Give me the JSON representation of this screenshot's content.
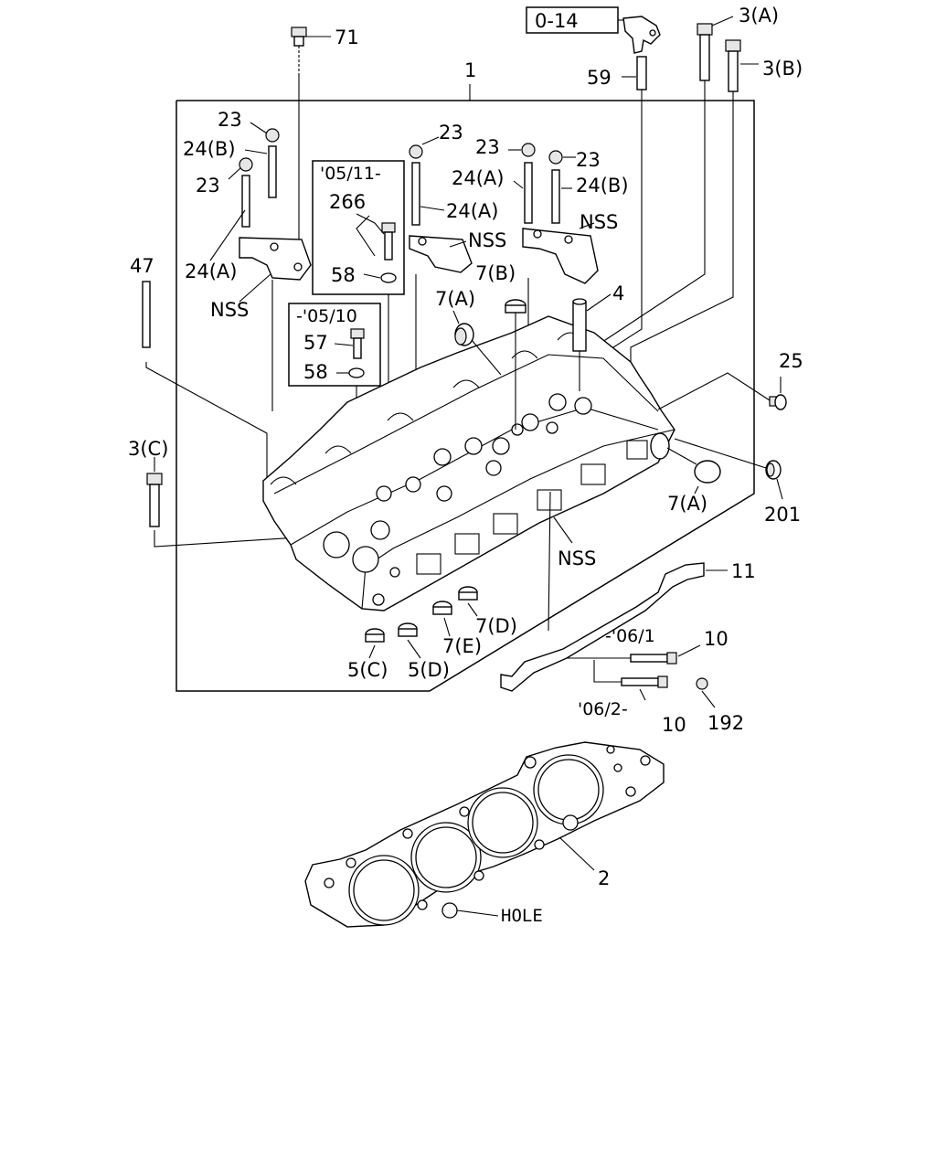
{
  "diagram": {
    "ref_box": "0-14",
    "labels": {
      "l71": "71",
      "l1": "1",
      "l3a_top": "3(A)",
      "l3b": "3(B)",
      "l59": "59",
      "l23_a": "23",
      "l24b_left": "24(B)",
      "l23_b": "23",
      "l24a_left": "24(A)",
      "nss_left": "NSS",
      "l23_c": "23",
      "l24a_mid": "24(A)",
      "nss_mid": "NSS",
      "l23_d": "23",
      "l23_e": "23",
      "l24a_right": "24(A)",
      "l24b_right": "24(B)",
      "nss_right": "NSS",
      "l7b": "7(B)",
      "l7a_top": "7(A)",
      "l4": "4",
      "l47": "47",
      "l25": "25",
      "l3c": "3(C)",
      "l7a_right": "7(A)",
      "l201": "201",
      "nss_bottom": "NSS",
      "l11": "11",
      "l7d": "7(D)",
      "l7e": "7(E)",
      "l5c": "5(C)",
      "l5d": "5(D)",
      "l10_top": "10",
      "l10_bottom": "10",
      "l192": "192",
      "l2": "2",
      "hole": "HOLE"
    },
    "inset_new": {
      "period": "'05/11-",
      "part_a": "266",
      "part_b": "58"
    },
    "inset_old": {
      "period": "-'05/10",
      "part_a": "57",
      "part_b": "58"
    },
    "glow_old_period": "-'06/1",
    "glow_new_period": "'06/2-"
  }
}
